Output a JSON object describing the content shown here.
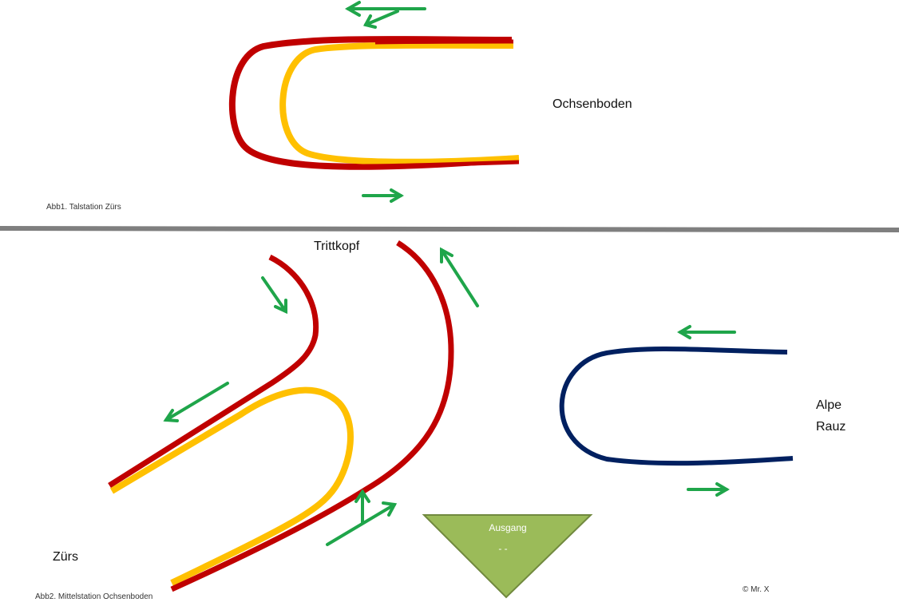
{
  "labels": {
    "ochsenboden": "Ochsenboden",
    "caption1": "Abb1. Talstation Zürs",
    "trittkopf": "Trittkopf",
    "alpe": "Alpe",
    "rauz": "Rauz",
    "zuers": "Zürs",
    "caption2": "Abb2. Mittelstation Ochsenboden",
    "copyright": "© Mr. X",
    "ausgang": "Ausgang",
    "ausgang_sub": "-  -"
  },
  "colors": {
    "red_line": "#c00000",
    "yellow_line": "#ffc000",
    "blue_line": "#002060",
    "arrow": "#1fa54a",
    "divider": "#7f7f7f",
    "exit_triangle": "#9bbb59",
    "exit_triangle_border": "#71893f"
  }
}
